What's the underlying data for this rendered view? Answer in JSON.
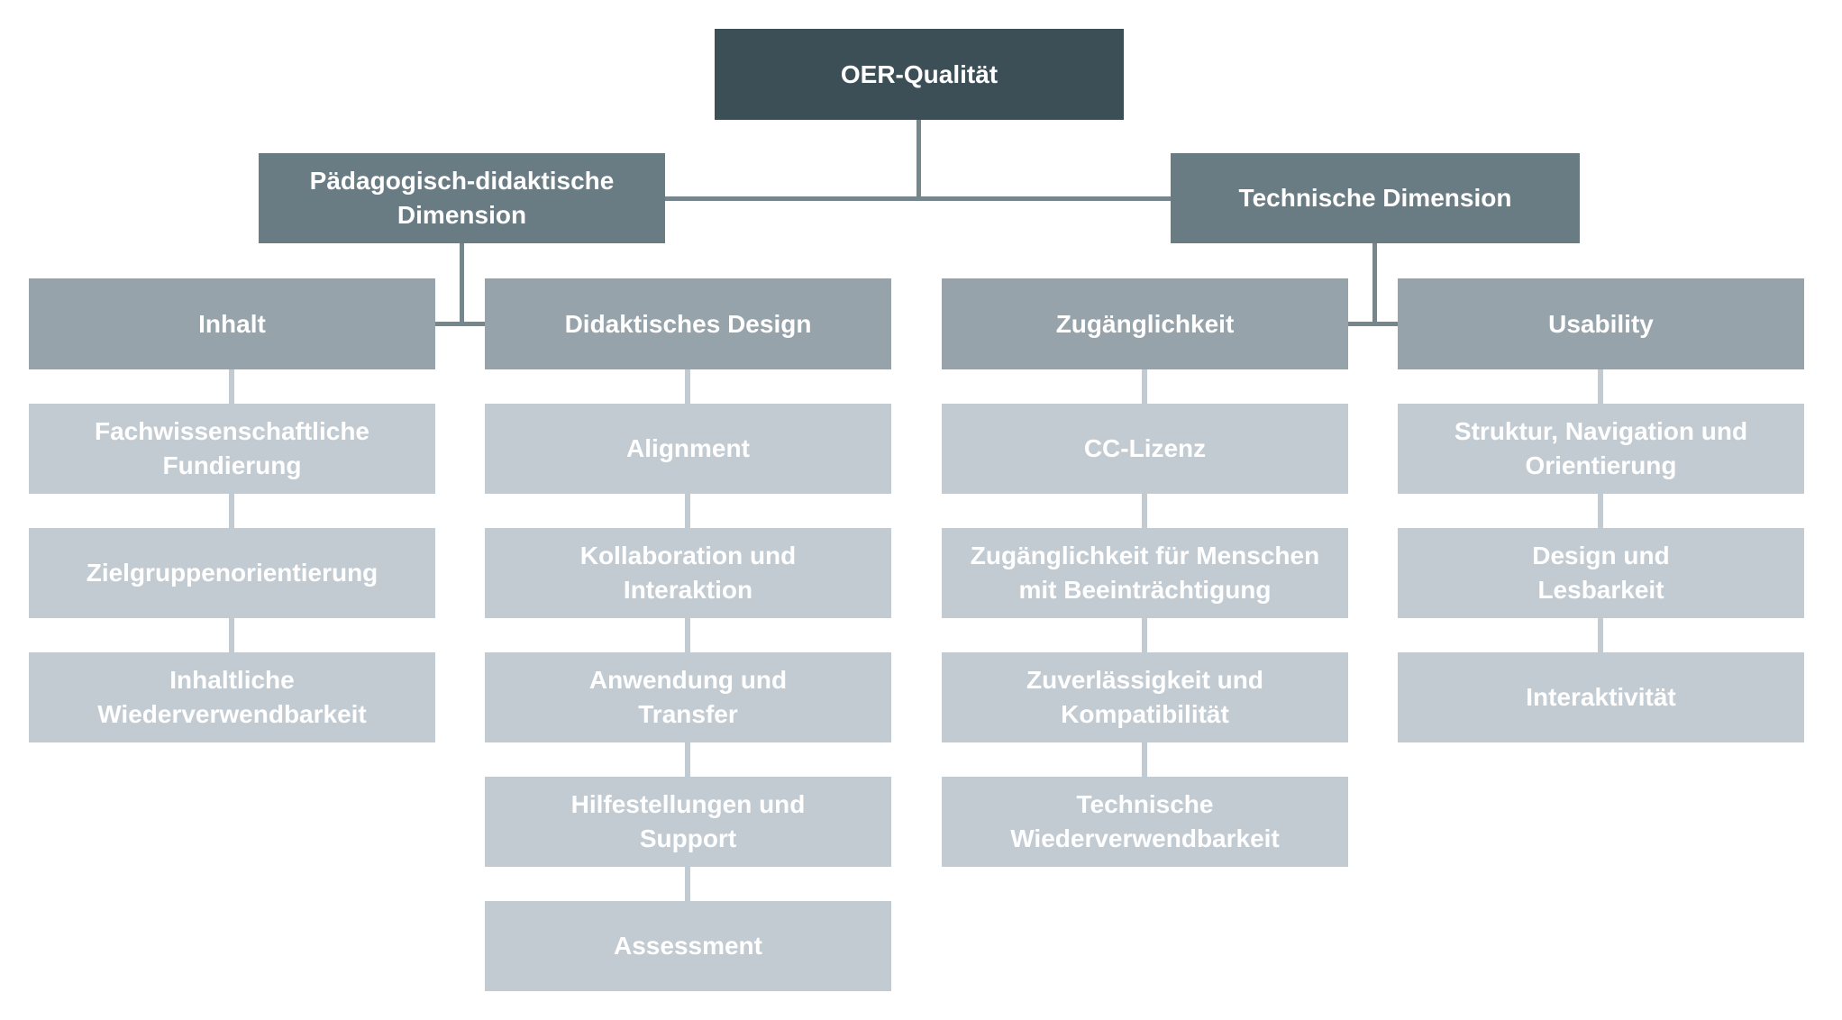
{
  "diagram": {
    "title": "OER-Qualität",
    "root": {
      "label": "OER-Qualität"
    },
    "dimensions": {
      "paedagogisch": {
        "label": "Pädagogisch-didaktische\nDimension"
      },
      "technisch": {
        "label": "Technische Dimension"
      }
    },
    "columns": {
      "inhalt": {
        "header": "Inhalt",
        "items": [
          "Fachwissenschaftliche\nFundierung",
          "Zielgruppenorientierung",
          "Inhaltliche\nWiederverwendbarkeit"
        ]
      },
      "didaktisches_design": {
        "header": "Didaktisches Design",
        "items": [
          "Alignment",
          "Kollaboration und\nInteraktion",
          "Anwendung und\nTransfer",
          "Hilfestellungen und\nSupport",
          "Assessment"
        ]
      },
      "zugaenglichkeit": {
        "header": "Zugänglichkeit",
        "items": [
          "CC-Lizenz",
          "Zugänglichkeit für Menschen\nmit Beeinträchtigung",
          "Zuverlässigkeit und\nKompatibilität",
          "Technische\nWiederverwendbarkeit"
        ]
      },
      "usability": {
        "header": "Usability",
        "items": [
          "Struktur, Navigation und\nOrientierung",
          "Design und\nLesbarkeit",
          "Interaktivität"
        ]
      }
    },
    "colors": {
      "root_box": "#3D4F56",
      "dimension_box": "#6A7C83",
      "header_box": "#97A3AA",
      "item_box": "#C3CBD2",
      "connector_dark": "#76868D",
      "connector_light": "#C3CBD2",
      "text": "#FFFFFF",
      "background": "#FFFFFF"
    }
  }
}
